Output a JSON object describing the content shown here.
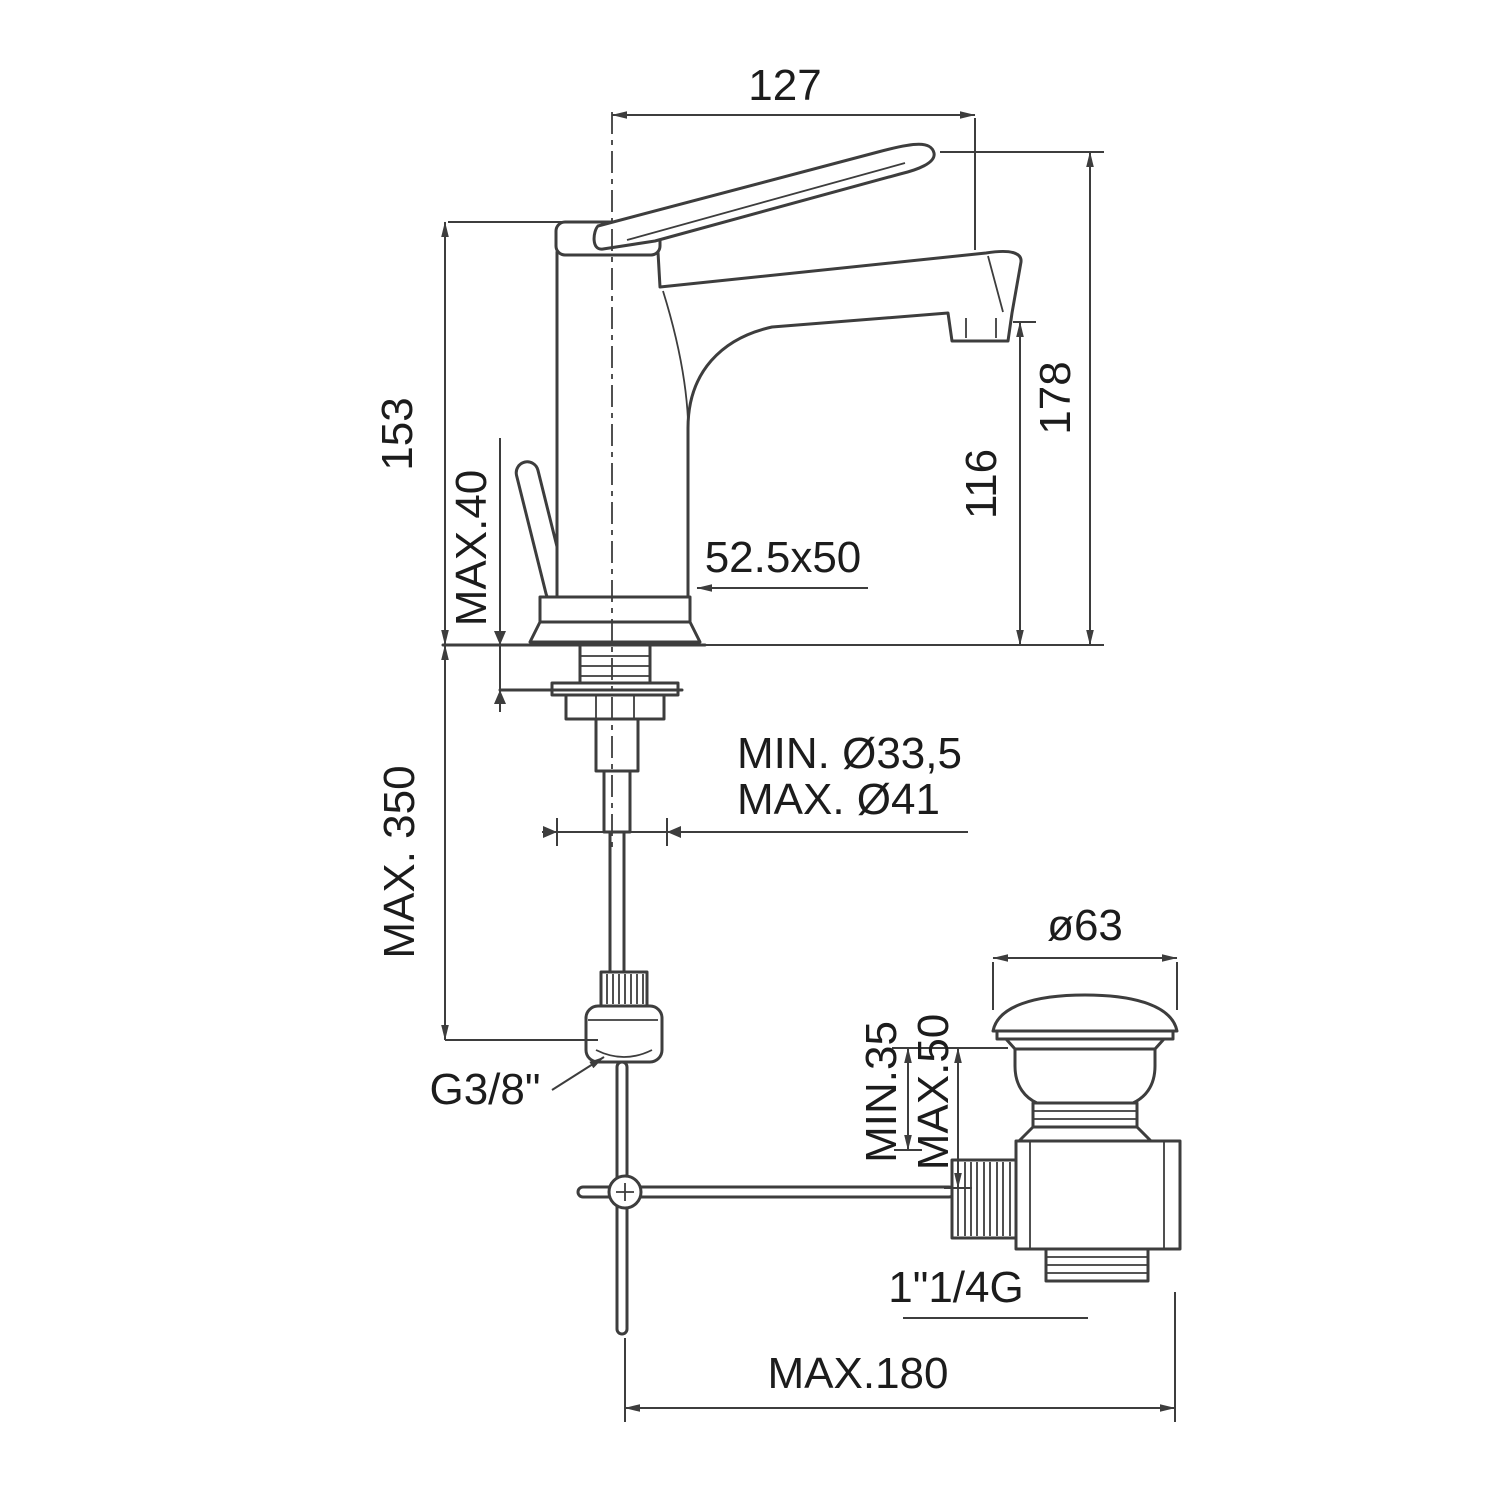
{
  "drawing": {
    "labels": {
      "dim_127": "127",
      "dim_153": "153",
      "dim_max40": "MAX.40",
      "dim_178": "178",
      "dim_116": "116",
      "dim_52_5x50": "52.5x50",
      "dim_min_hole": "MIN. Ø33,5",
      "dim_max_hole": "MAX. Ø41",
      "dim_max350": "MAX. 350",
      "dim_d63": "ø63",
      "dim_min35": "MIN.35",
      "dim_max50": "MAX.50",
      "thread_supply": "G3/8\"",
      "thread_waste": "1\"1/4G",
      "dim_max180": "MAX.180"
    }
  }
}
